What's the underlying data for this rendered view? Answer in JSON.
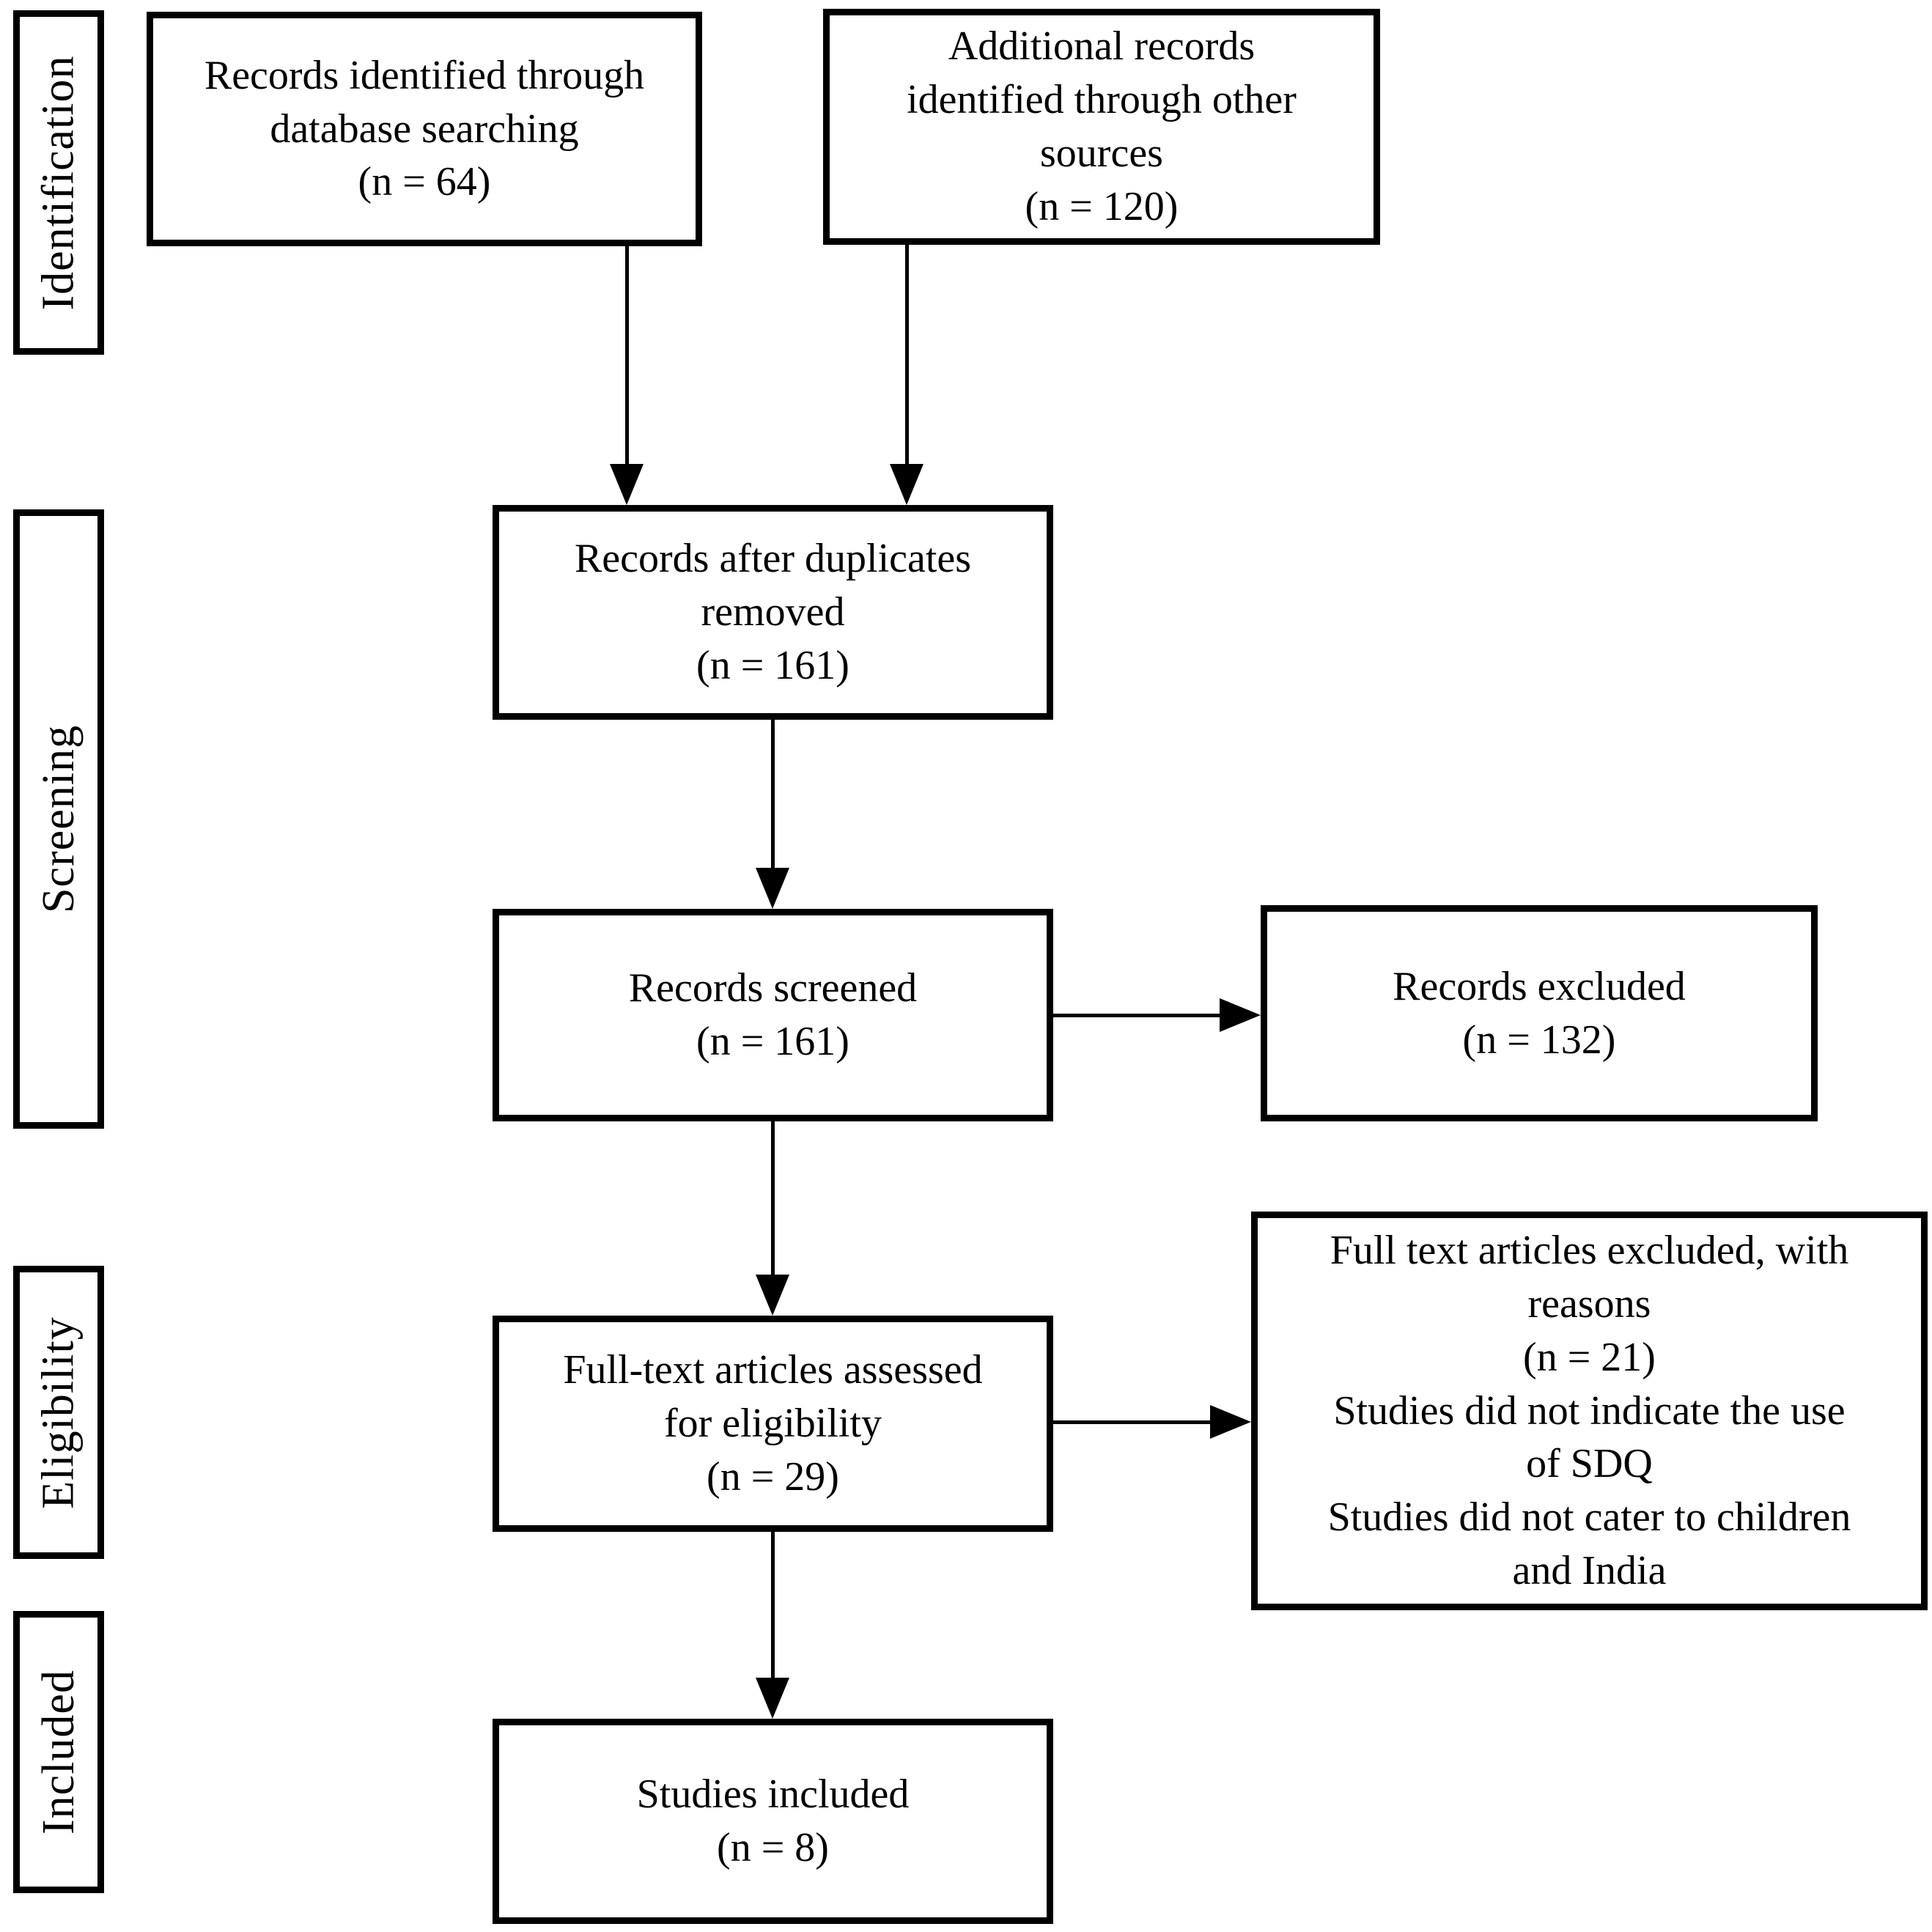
{
  "colors": {
    "ink": "#000000",
    "paper": "#ffffff"
  },
  "stages": {
    "identification": "Identification",
    "screening": "Screening",
    "eligibility": "Eligibility",
    "included": "Included"
  },
  "boxes": {
    "records_identified": {
      "text": "Records identified through\ndatabase searching\n(n = 64)"
    },
    "additional_records": {
      "text": "Additional records\nidentified through other\nsources\n(n = 120)"
    },
    "after_duplicates": {
      "text": "Records after duplicates\nremoved\n(n = 161)"
    },
    "records_screened": {
      "text": "Records screened\n(n = 161)"
    },
    "records_excluded": {
      "text": "Records excluded\n(n = 132)"
    },
    "fulltext_assessed": {
      "text": "Full-text articles assessed\nfor eligibility\n(n = 29)"
    },
    "fulltext_excluded": {
      "text": "Full text articles excluded, with\nreasons\n(n = 21)\nStudies did not indicate the use\nof SDQ\nStudies did not cater to children\nand India"
    },
    "studies_included": {
      "text": "Studies included\n(n = 8)"
    }
  }
}
